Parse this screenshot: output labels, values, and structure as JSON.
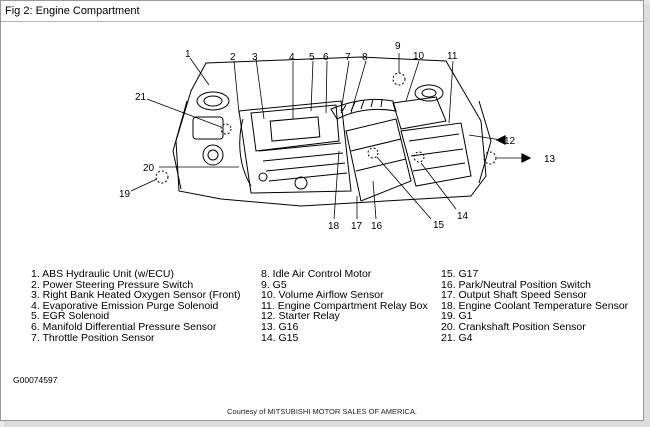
{
  "header": {
    "title": "Fig 2: Engine Compartment"
  },
  "callouts": [
    "1",
    "2",
    "3",
    "4",
    "5",
    "6",
    "7",
    "8",
    "9",
    "10",
    "11",
    "12",
    "13",
    "14",
    "15",
    "16",
    "17",
    "18",
    "19",
    "20",
    "21"
  ],
  "legend": {
    "col1": [
      "1. ABS Hydraulic Unit (w/ECU)",
      "2. Power Steering Pressure Switch",
      "3. Right Bank Heated Oxygen Sensor (Front)",
      "4. Evaporative Emission Purge Solenoid",
      "5. EGR Solenoid",
      "6. Manifold Differential Pressure Sensor",
      "7. Throttle Position Sensor"
    ],
    "col2": [
      "8. Idle Air Control Motor",
      "9. G5",
      "10. Volume Airflow Sensor",
      "11. Engine Compartment Relay Box",
      "12. Starter Relay",
      "13. G16",
      "14. G15"
    ],
    "col3": [
      "15. G17",
      "16. Park/Neutral Position Switch",
      "17. Output Shaft Speed Sensor",
      "18. Engine Coolant Temperature Sensor",
      "19. G1",
      "20. Crankshaft Position Sensor",
      "21. G4"
    ]
  },
  "figure_id": "G00074597",
  "courtesy": "Courtesy of MITSUBISHI MOTOR SALES OF AMERICA."
}
